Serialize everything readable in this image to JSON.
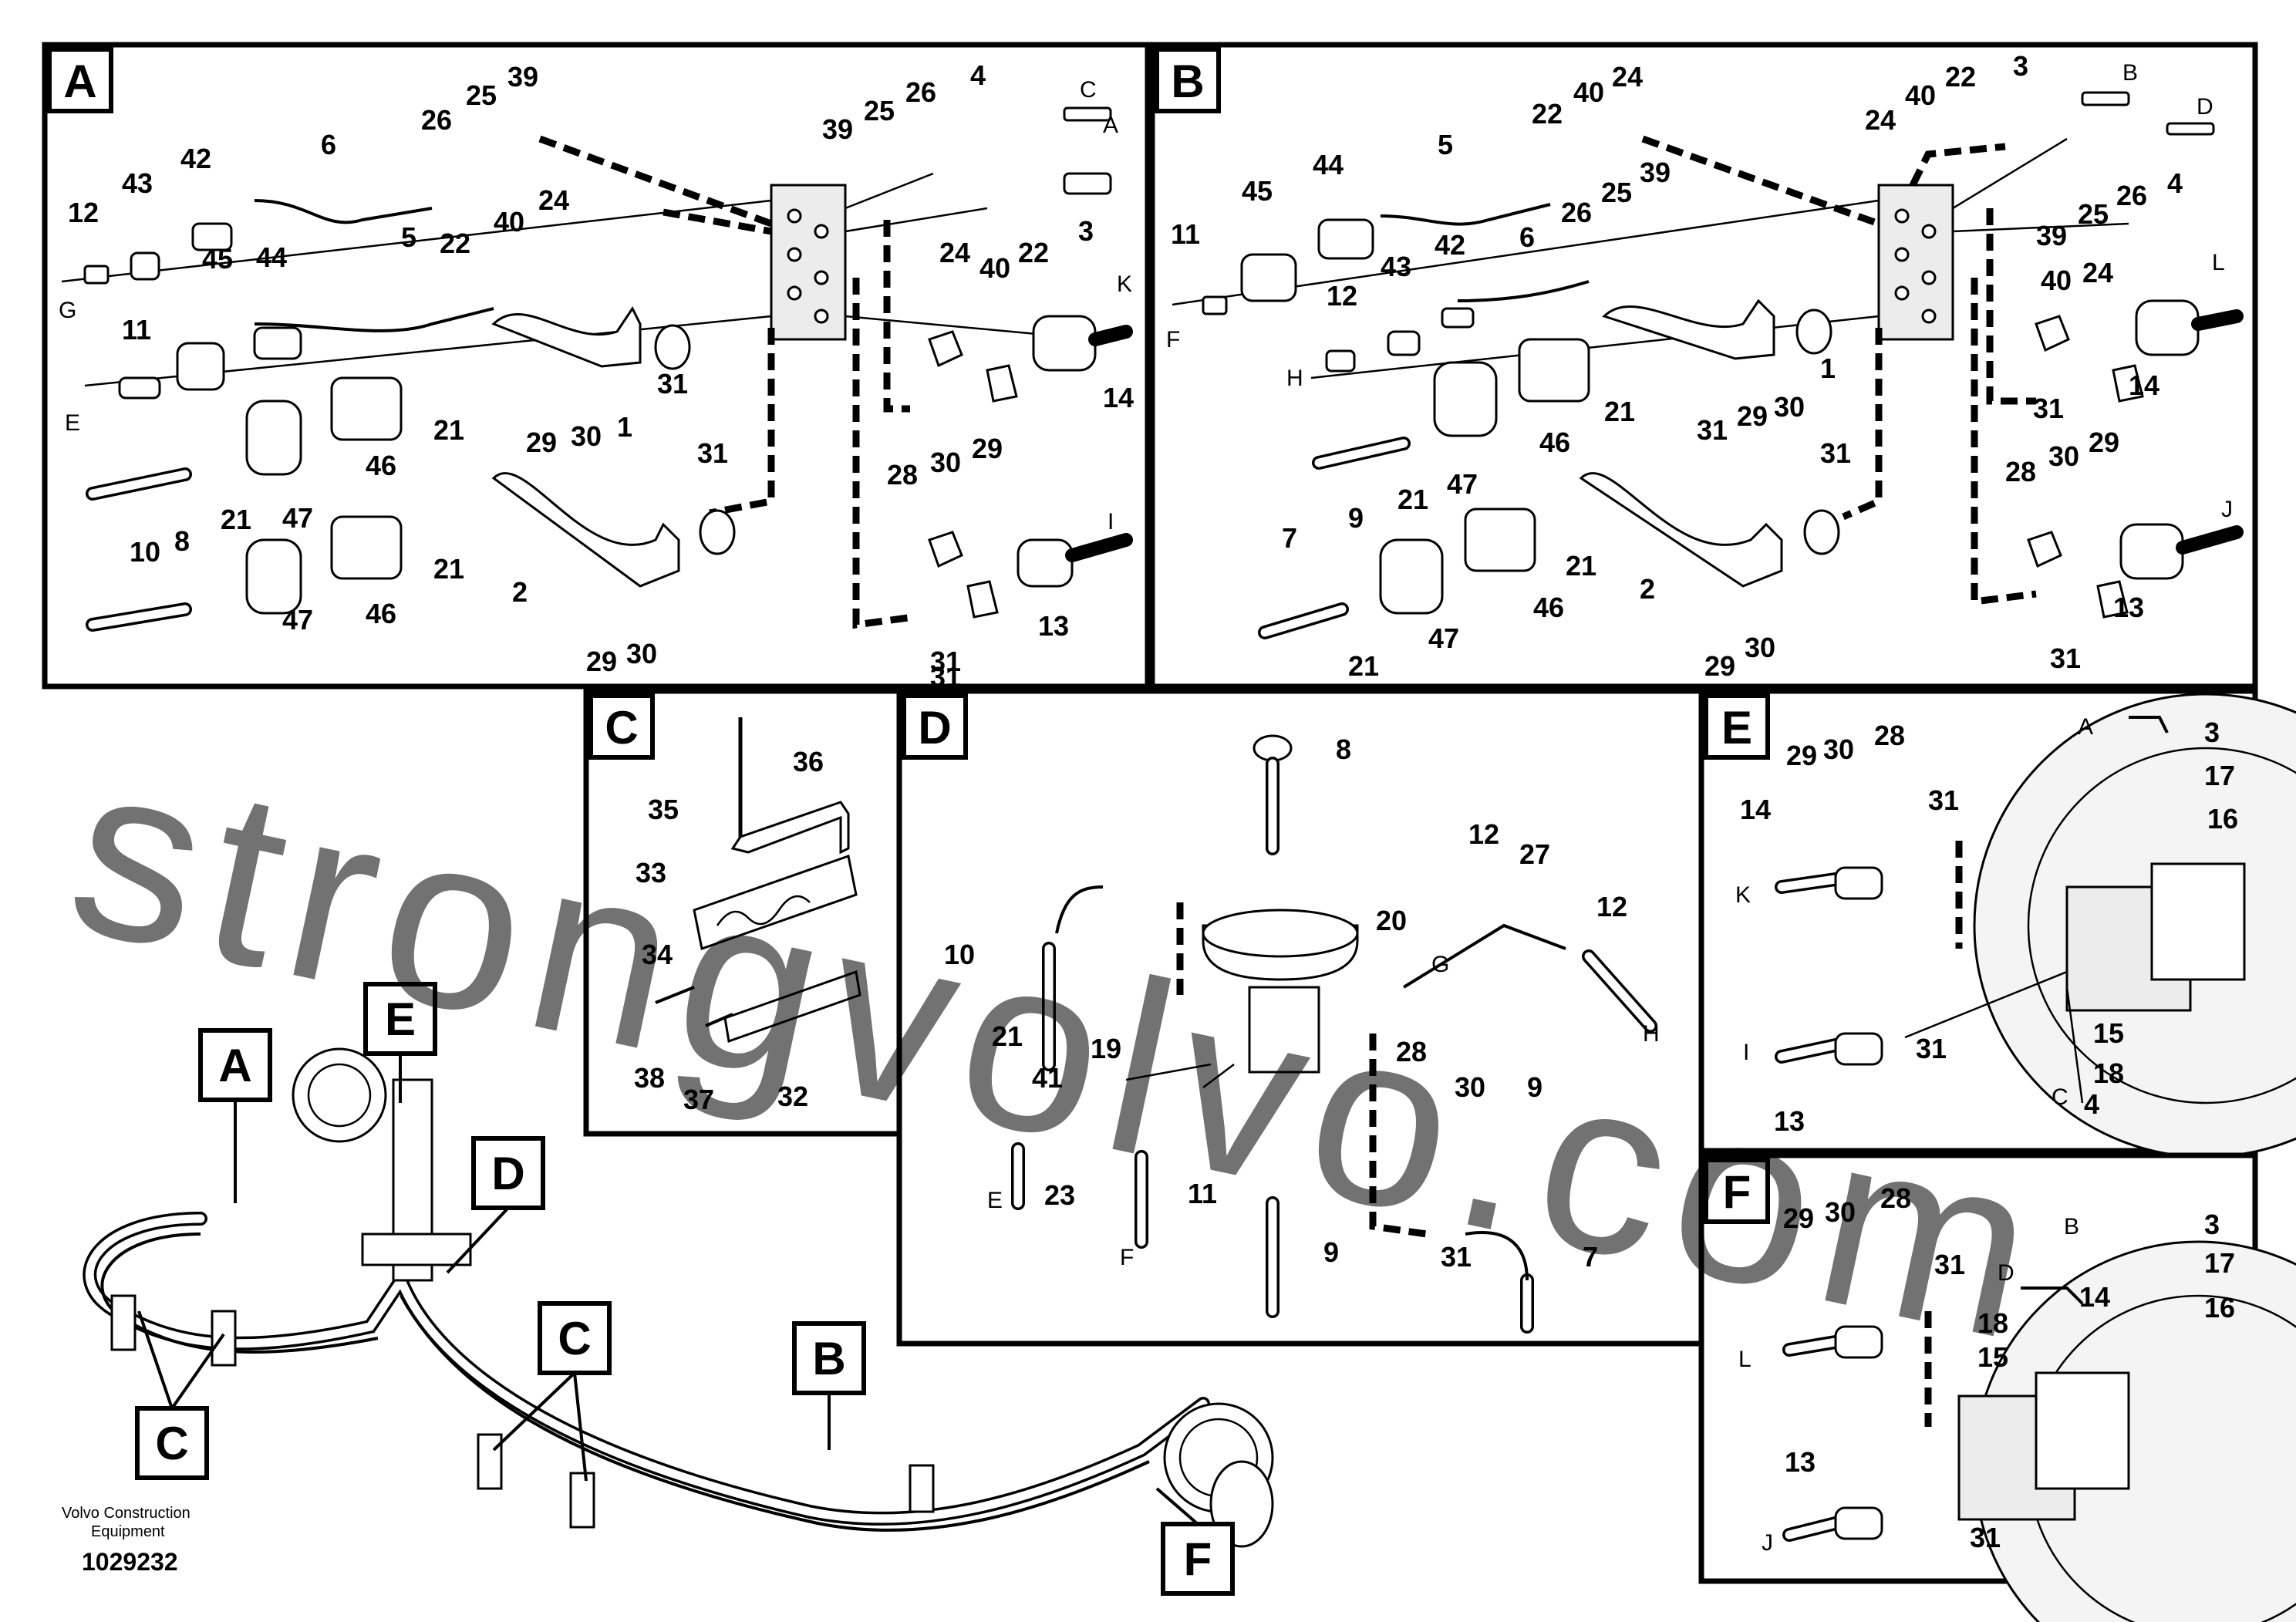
{
  "panels": [
    {
      "id": "A",
      "label": "A"
    },
    {
      "id": "B",
      "label": "B"
    },
    {
      "id": "C",
      "label": "C"
    },
    {
      "id": "D",
      "label": "D"
    },
    {
      "id": "E",
      "label": "E"
    },
    {
      "id": "F",
      "label": "F"
    }
  ],
  "overview_tags": [
    "A",
    "E",
    "D",
    "C",
    "C",
    "B",
    "F"
  ],
  "callouts": {
    "A": [
      "12",
      "43",
      "42",
      "6",
      "26",
      "25",
      "39",
      "39",
      "25",
      "26",
      "4",
      "45",
      "44",
      "5",
      "22",
      "40",
      "24",
      "11",
      "47",
      "46",
      "21",
      "31",
      "29",
      "30",
      "1",
      "24",
      "40",
      "22",
      "3",
      "10",
      "8",
      "21",
      "47",
      "46",
      "21",
      "31",
      "2",
      "29",
      "30",
      "31",
      "14",
      "28",
      "30",
      "29",
      "31",
      "13"
    ],
    "B": [
      "11",
      "45",
      "44",
      "5",
      "22",
      "40",
      "24",
      "22",
      "40",
      "3",
      "24",
      "40",
      "24",
      "12",
      "43",
      "42",
      "6",
      "26",
      "25",
      "39",
      "39",
      "25",
      "26",
      "4",
      "9",
      "21",
      "47",
      "46",
      "21",
      "31",
      "29",
      "30",
      "1",
      "31",
      "14",
      "7",
      "21",
      "47",
      "46",
      "21",
      "31",
      "2",
      "29",
      "30",
      "28",
      "30",
      "29",
      "31",
      "13"
    ],
    "C": [
      "36",
      "35",
      "33",
      "34",
      "38",
      "37",
      "32"
    ],
    "D": [
      "8",
      "10",
      "21",
      "41",
      "19",
      "23",
      "11",
      "20",
      "12",
      "27",
      "12",
      "28",
      "30",
      "9",
      "9",
      "31",
      "7"
    ],
    "E": [
      "29",
      "30",
      "28",
      "31",
      "14",
      "3",
      "17",
      "16",
      "15",
      "18",
      "4",
      "31",
      "13"
    ],
    "F": [
      "29",
      "30",
      "28",
      "31",
      "14",
      "3",
      "17",
      "16",
      "18",
      "15",
      "31",
      "13"
    ]
  },
  "connectors": {
    "A": [
      "G",
      "E",
      "C",
      "A",
      "K",
      "I"
    ],
    "B": [
      "F",
      "H",
      "B",
      "D",
      "L",
      "J"
    ],
    "D": [
      "E",
      "F",
      "G",
      "H"
    ],
    "E": [
      "A",
      "K",
      "I",
      "C"
    ],
    "F": [
      "B",
      "D",
      "L",
      "J"
    ]
  },
  "watermark": "strongvolvo.com",
  "footer": {
    "brand_line1": "Volvo Construction",
    "brand_line2": "Equipment",
    "drawing_number": "1029232"
  }
}
